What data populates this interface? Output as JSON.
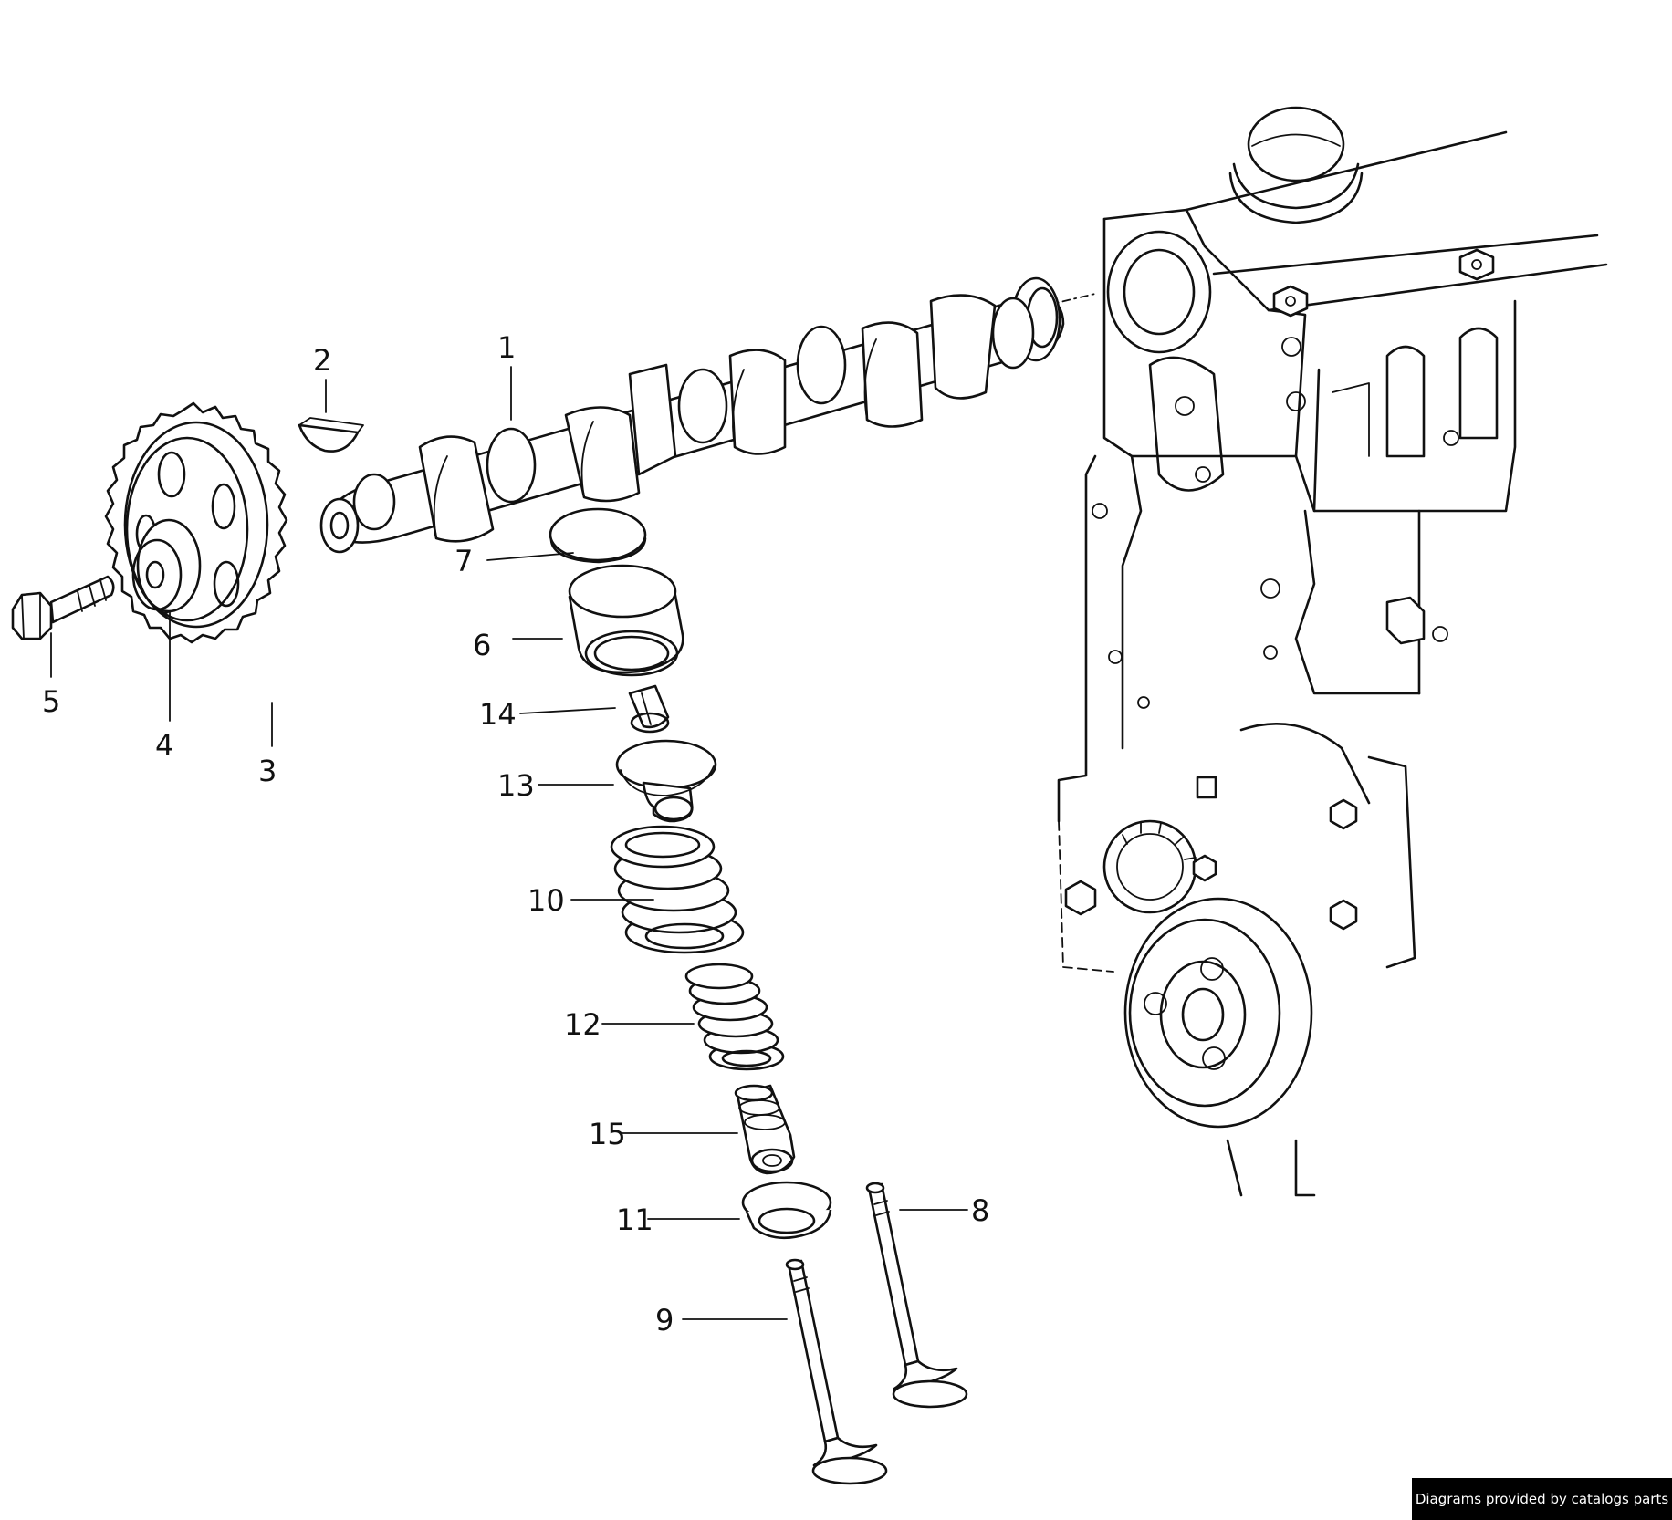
{
  "diagram": {
    "callouts": [
      {
        "id": "camshaft",
        "label": "1"
      },
      {
        "id": "woodruff-key",
        "label": "2"
      },
      {
        "id": "sprocket-rim",
        "label": "3"
      },
      {
        "id": "sprocket-hub",
        "label": "4"
      },
      {
        "id": "bolt",
        "label": "5"
      },
      {
        "id": "bucket-tappet",
        "label": "6"
      },
      {
        "id": "shim",
        "label": "7"
      },
      {
        "id": "valve-8",
        "label": "8"
      },
      {
        "id": "valve-9",
        "label": "9"
      },
      {
        "id": "outer-spring",
        "label": "10"
      },
      {
        "id": "lower-spring-seat",
        "label": "11"
      },
      {
        "id": "inner-spring",
        "label": "12"
      },
      {
        "id": "upper-spring-retainer",
        "label": "13"
      },
      {
        "id": "valve-cotters",
        "label": "14"
      },
      {
        "id": "valve-stem-seal",
        "label": "15"
      }
    ]
  },
  "footer": {
    "credit": "Diagrams provided by catalogs parts"
  }
}
